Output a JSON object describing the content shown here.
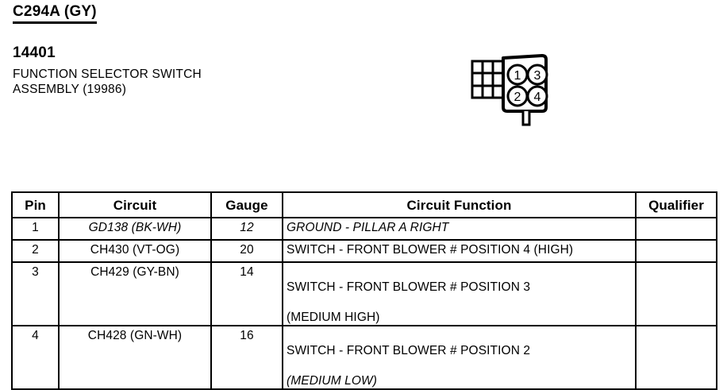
{
  "header": {
    "connector_id": "C294A (GY)",
    "part_number": "14401",
    "part_description": "FUNCTION SELECTOR SWITCH\nASSEMBLY (19986)"
  },
  "connector_illustration": {
    "name": "4-cavity-connector-face-view",
    "pin_labels": [
      "1",
      "3",
      "2",
      "4"
    ],
    "top_row": [
      "1",
      "3"
    ],
    "bottom_row": [
      "2",
      "4"
    ],
    "has_keying_grid": true,
    "has_locking_tab": true,
    "line_color": "#000000",
    "fill_color": "#ffffff"
  },
  "pin_table": {
    "columns": [
      "Pin",
      "Circuit",
      "Gauge",
      "Circuit Function",
      "Qualifier"
    ],
    "rows": [
      {
        "pin": "1",
        "circuit": "GD138 (BK-WH)",
        "circuit_italic": true,
        "gauge": "12",
        "function": "GROUND - PILLAR A RIGHT",
        "function_italic": true,
        "function_line2": "",
        "function_line2_italic": false,
        "qualifier": ""
      },
      {
        "pin": "2",
        "circuit": "CH430 (VT-OG)",
        "circuit_italic": false,
        "gauge": "20",
        "function": "SWITCH - FRONT BLOWER # POSITION 4 (HIGH)",
        "function_italic": false,
        "function_line2": "",
        "function_line2_italic": false,
        "qualifier": ""
      },
      {
        "pin": "3",
        "circuit": "CH429 (GY-BN)",
        "circuit_italic": false,
        "gauge": "14",
        "function": "SWITCH - FRONT BLOWER # POSITION 3",
        "function_italic": false,
        "function_line2": "(MEDIUM HIGH)",
        "function_line2_italic": false,
        "qualifier": ""
      },
      {
        "pin": "4",
        "circuit": "CH428 (GN-WH)",
        "circuit_italic": false,
        "gauge": "16",
        "function": "SWITCH - FRONT BLOWER # POSITION 2",
        "function_italic": false,
        "function_line2": "(MEDIUM LOW)",
        "function_line2_italic": true,
        "qualifier": ""
      }
    ]
  }
}
